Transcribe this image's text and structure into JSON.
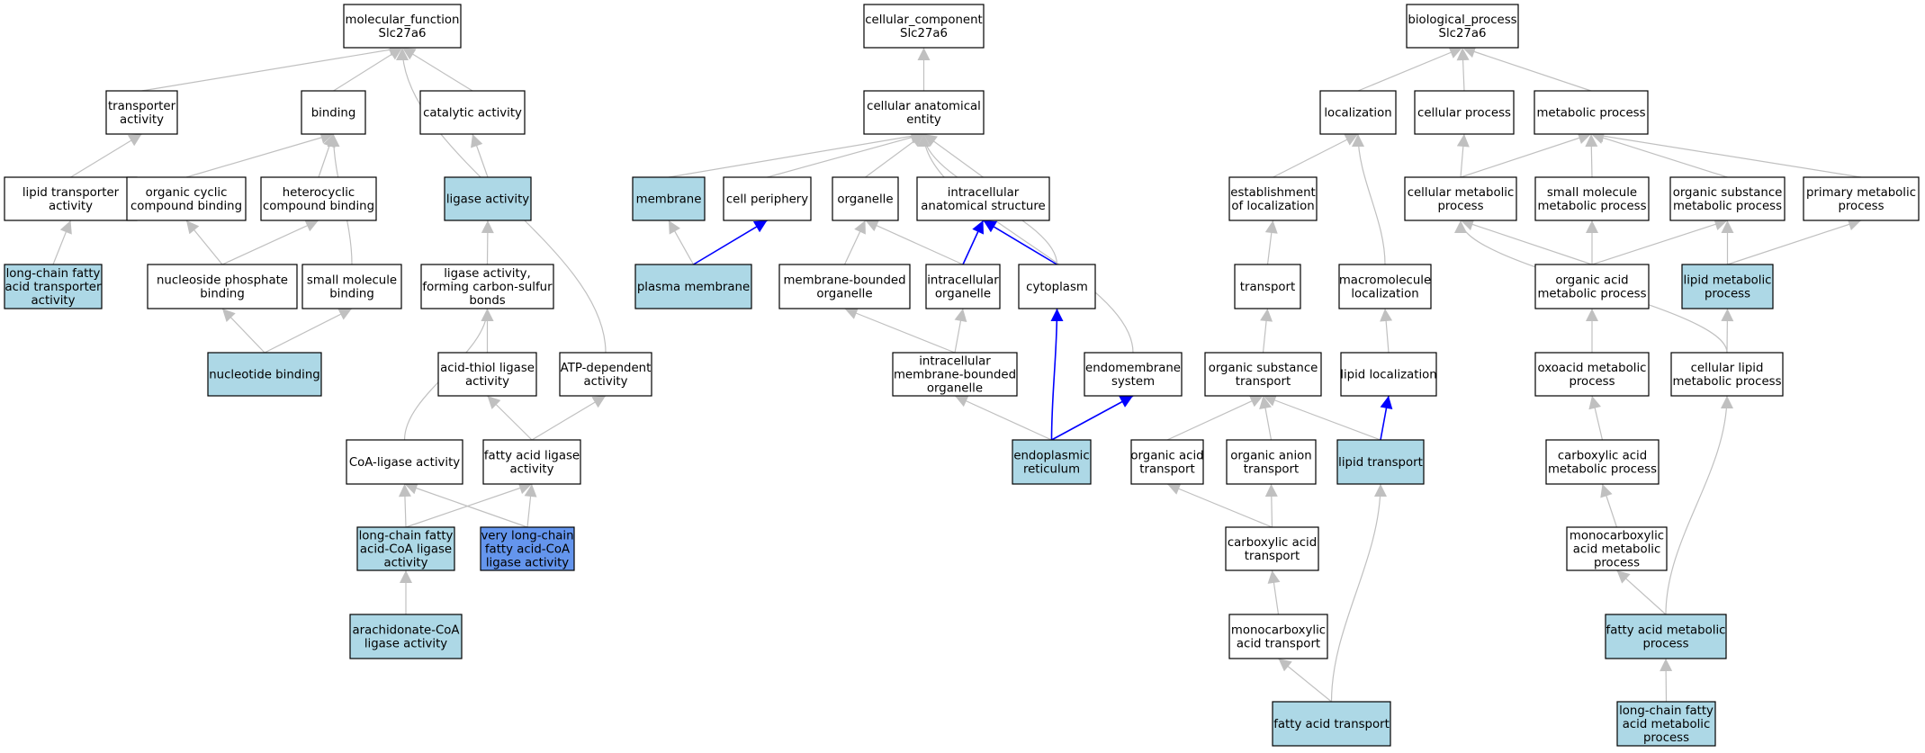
{
  "colors": {
    "default": "#ffffff",
    "annotated": "#add8e6",
    "focus": "#6495ed",
    "edge_gray": "#c0c0c0",
    "edge_blue": "#0000ff"
  },
  "nodes": [
    {
      "id": "mf",
      "lines": [
        "molecular_function",
        "Slc27a6"
      ],
      "style": "default"
    },
    {
      "id": "transporter_activity",
      "lines": [
        "transporter",
        "activity"
      ],
      "style": "default"
    },
    {
      "id": "binding",
      "lines": [
        "binding"
      ],
      "style": "default"
    },
    {
      "id": "catalytic_activity",
      "lines": [
        "catalytic activity"
      ],
      "style": "default"
    },
    {
      "id": "lipid_transporter_activity",
      "lines": [
        "lipid transporter",
        "activity"
      ],
      "style": "default"
    },
    {
      "id": "organic_cyclic_binding",
      "lines": [
        "organic cyclic",
        "compound binding"
      ],
      "style": "default"
    },
    {
      "id": "heterocyclic_binding",
      "lines": [
        "heterocyclic",
        "compound binding"
      ],
      "style": "default"
    },
    {
      "id": "ligase_activity",
      "lines": [
        "ligase activity"
      ],
      "style": "annotated"
    },
    {
      "id": "lcfa_transporter_activity",
      "lines": [
        "long-chain fatty",
        "acid transporter",
        "activity"
      ],
      "style": "annotated"
    },
    {
      "id": "nucleoside_phosphate_binding",
      "lines": [
        "nucleoside phosphate",
        "binding"
      ],
      "style": "default"
    },
    {
      "id": "small_molecule_binding",
      "lines": [
        "small molecule",
        "binding"
      ],
      "style": "default"
    },
    {
      "id": "ligase_cs_bonds",
      "lines": [
        "ligase activity,",
        "forming carbon-sulfur",
        "bonds"
      ],
      "style": "default"
    },
    {
      "id": "nucleotide_binding",
      "lines": [
        "nucleotide binding"
      ],
      "style": "annotated"
    },
    {
      "id": "acid_thiol_ligase",
      "lines": [
        "acid-thiol ligase",
        "activity"
      ],
      "style": "default"
    },
    {
      "id": "atp_dependent",
      "lines": [
        "ATP-dependent",
        "activity"
      ],
      "style": "default"
    },
    {
      "id": "coa_ligase",
      "lines": [
        "CoA-ligase activity"
      ],
      "style": "default"
    },
    {
      "id": "fatty_acid_ligase",
      "lines": [
        "fatty acid ligase",
        "activity"
      ],
      "style": "default"
    },
    {
      "id": "lcfa_coa_ligase",
      "lines": [
        "long-chain fatty",
        "acid-CoA ligase",
        "activity"
      ],
      "style": "annotated"
    },
    {
      "id": "vlcfa_coa_ligase",
      "lines": [
        "very long-chain",
        "fatty acid-CoA",
        "ligase activity"
      ],
      "style": "focus"
    },
    {
      "id": "arachidonate_coa_ligase",
      "lines": [
        "arachidonate-CoA",
        "ligase activity"
      ],
      "style": "annotated"
    },
    {
      "id": "cc",
      "lines": [
        "cellular_component",
        "Slc27a6"
      ],
      "style": "default"
    },
    {
      "id": "cellular_anatomical_entity",
      "lines": [
        "cellular anatomical",
        "entity"
      ],
      "style": "default"
    },
    {
      "id": "membrane",
      "lines": [
        "membrane"
      ],
      "style": "annotated"
    },
    {
      "id": "cell_periphery",
      "lines": [
        "cell periphery"
      ],
      "style": "default"
    },
    {
      "id": "organelle",
      "lines": [
        "organelle"
      ],
      "style": "default"
    },
    {
      "id": "intracellular_anatomical_structure",
      "lines": [
        "intracellular",
        "anatomical structure"
      ],
      "style": "default"
    },
    {
      "id": "plasma_membrane",
      "lines": [
        "plasma membrane"
      ],
      "style": "annotated"
    },
    {
      "id": "membrane_bounded_organelle",
      "lines": [
        "membrane-bounded",
        "organelle"
      ],
      "style": "default"
    },
    {
      "id": "intracellular_organelle",
      "lines": [
        "intracellular",
        "organelle"
      ],
      "style": "default"
    },
    {
      "id": "cytoplasm",
      "lines": [
        "cytoplasm"
      ],
      "style": "default"
    },
    {
      "id": "intracellular_mbo",
      "lines": [
        "intracellular",
        "membrane-bounded",
        "organelle"
      ],
      "style": "default"
    },
    {
      "id": "endomembrane_system",
      "lines": [
        "endomembrane",
        "system"
      ],
      "style": "default"
    },
    {
      "id": "er",
      "lines": [
        "endoplasmic",
        "reticulum"
      ],
      "style": "annotated"
    },
    {
      "id": "bp",
      "lines": [
        "biological_process",
        "Slc27a6"
      ],
      "style": "default"
    },
    {
      "id": "localization",
      "lines": [
        "localization"
      ],
      "style": "default"
    },
    {
      "id": "cellular_process",
      "lines": [
        "cellular process"
      ],
      "style": "default"
    },
    {
      "id": "metabolic_process",
      "lines": [
        "metabolic process"
      ],
      "style": "default"
    },
    {
      "id": "establishment_localization",
      "lines": [
        "establishment",
        "of localization"
      ],
      "style": "default"
    },
    {
      "id": "cellular_metabolic_process",
      "lines": [
        "cellular metabolic",
        "process"
      ],
      "style": "default"
    },
    {
      "id": "small_molecule_mp",
      "lines": [
        "small molecule",
        "metabolic process"
      ],
      "style": "default"
    },
    {
      "id": "organic_substance_mp",
      "lines": [
        "organic substance",
        "metabolic process"
      ],
      "style": "default"
    },
    {
      "id": "primary_mp",
      "lines": [
        "primary metabolic",
        "process"
      ],
      "style": "default"
    },
    {
      "id": "transport",
      "lines": [
        "transport"
      ],
      "style": "default"
    },
    {
      "id": "macromolecule_localization",
      "lines": [
        "macromolecule",
        "localization"
      ],
      "style": "default"
    },
    {
      "id": "organic_acid_mp",
      "lines": [
        "organic acid",
        "metabolic process"
      ],
      "style": "default"
    },
    {
      "id": "lipid_mp",
      "lines": [
        "lipid metabolic",
        "process"
      ],
      "style": "annotated"
    },
    {
      "id": "organic_substance_transport",
      "lines": [
        "organic substance",
        "transport"
      ],
      "style": "default"
    },
    {
      "id": "lipid_localization",
      "lines": [
        "lipid localization"
      ],
      "style": "default"
    },
    {
      "id": "oxoacid_mp",
      "lines": [
        "oxoacid metabolic",
        "process"
      ],
      "style": "default"
    },
    {
      "id": "cellular_lipid_mp",
      "lines": [
        "cellular lipid",
        "metabolic process"
      ],
      "style": "default"
    },
    {
      "id": "organic_acid_transport",
      "lines": [
        "organic acid",
        "transport"
      ],
      "style": "default"
    },
    {
      "id": "organic_anion_transport",
      "lines": [
        "organic anion",
        "transport"
      ],
      "style": "default"
    },
    {
      "id": "lipid_transport",
      "lines": [
        "lipid transport"
      ],
      "style": "annotated"
    },
    {
      "id": "carboxylic_acid_mp",
      "lines": [
        "carboxylic acid",
        "metabolic process"
      ],
      "style": "default"
    },
    {
      "id": "carboxylic_acid_transport",
      "lines": [
        "carboxylic acid",
        "transport"
      ],
      "style": "default"
    },
    {
      "id": "monocarboxylic_acid_mp",
      "lines": [
        "monocarboxylic",
        "acid metabolic",
        "process"
      ],
      "style": "default"
    },
    {
      "id": "monocarboxylic_acid_transport",
      "lines": [
        "monocarboxylic",
        "acid transport"
      ],
      "style": "default"
    },
    {
      "id": "fatty_acid_mp",
      "lines": [
        "fatty acid metabolic",
        "process"
      ],
      "style": "annotated"
    },
    {
      "id": "fatty_acid_transport",
      "lines": [
        "fatty acid transport"
      ],
      "style": "annotated"
    },
    {
      "id": "lcfa_mp",
      "lines": [
        "long-chain fatty",
        "acid metabolic",
        "process"
      ],
      "style": "annotated"
    }
  ],
  "edges": [
    {
      "from": "transporter_activity",
      "to": "mf",
      "color": "gray"
    },
    {
      "from": "binding",
      "to": "mf",
      "color": "gray"
    },
    {
      "from": "catalytic_activity",
      "to": "mf",
      "color": "gray"
    },
    {
      "from": "atp_dependent",
      "to": "mf",
      "color": "gray"
    },
    {
      "from": "lipid_transporter_activity",
      "to": "transporter_activity",
      "color": "gray"
    },
    {
      "from": "organic_cyclic_binding",
      "to": "binding",
      "color": "gray"
    },
    {
      "from": "heterocyclic_binding",
      "to": "binding",
      "color": "gray"
    },
    {
      "from": "small_molecule_binding",
      "to": "binding",
      "color": "gray"
    },
    {
      "from": "ligase_activity",
      "to": "catalytic_activity",
      "color": "gray"
    },
    {
      "from": "lcfa_transporter_activity",
      "to": "lipid_transporter_activity",
      "color": "gray"
    },
    {
      "from": "nucleoside_phosphate_binding",
      "to": "organic_cyclic_binding",
      "color": "gray"
    },
    {
      "from": "nucleoside_phosphate_binding",
      "to": "heterocyclic_binding",
      "color": "gray"
    },
    {
      "from": "ligase_cs_bonds",
      "to": "ligase_activity",
      "color": "gray"
    },
    {
      "from": "nucleotide_binding",
      "to": "nucleoside_phosphate_binding",
      "color": "gray"
    },
    {
      "from": "nucleotide_binding",
      "to": "small_molecule_binding",
      "color": "gray"
    },
    {
      "from": "acid_thiol_ligase",
      "to": "ligase_cs_bonds",
      "color": "gray"
    },
    {
      "from": "coa_ligase",
      "to": "ligase_cs_bonds",
      "color": "gray"
    },
    {
      "from": "fatty_acid_ligase",
      "to": "acid_thiol_ligase",
      "color": "gray"
    },
    {
      "from": "fatty_acid_ligase",
      "to": "atp_dependent",
      "color": "gray"
    },
    {
      "from": "lcfa_coa_ligase",
      "to": "coa_ligase",
      "color": "gray"
    },
    {
      "from": "lcfa_coa_ligase",
      "to": "fatty_acid_ligase",
      "color": "gray"
    },
    {
      "from": "vlcfa_coa_ligase",
      "to": "coa_ligase",
      "color": "gray"
    },
    {
      "from": "vlcfa_coa_ligase",
      "to": "fatty_acid_ligase",
      "color": "gray"
    },
    {
      "from": "arachidonate_coa_ligase",
      "to": "lcfa_coa_ligase",
      "color": "gray"
    },
    {
      "from": "cellular_anatomical_entity",
      "to": "cc",
      "color": "gray"
    },
    {
      "from": "membrane",
      "to": "cellular_anatomical_entity",
      "color": "gray"
    },
    {
      "from": "cell_periphery",
      "to": "cellular_anatomical_entity",
      "color": "gray"
    },
    {
      "from": "organelle",
      "to": "cellular_anatomical_entity",
      "color": "gray"
    },
    {
      "from": "intracellular_anatomical_structure",
      "to": "cellular_anatomical_entity",
      "color": "gray"
    },
    {
      "from": "cytoplasm",
      "to": "cellular_anatomical_entity",
      "color": "gray"
    },
    {
      "from": "endomembrane_system",
      "to": "cellular_anatomical_entity",
      "color": "gray"
    },
    {
      "from": "plasma_membrane",
      "to": "membrane",
      "color": "gray"
    },
    {
      "from": "plasma_membrane",
      "to": "cell_periphery",
      "color": "blue"
    },
    {
      "from": "membrane_bounded_organelle",
      "to": "organelle",
      "color": "gray"
    },
    {
      "from": "intracellular_organelle",
      "to": "organelle",
      "color": "gray"
    },
    {
      "from": "intracellular_organelle",
      "to": "intracellular_anatomical_structure",
      "color": "blue"
    },
    {
      "from": "cytoplasm",
      "to": "intracellular_anatomical_structure",
      "color": "blue"
    },
    {
      "from": "intracellular_mbo",
      "to": "membrane_bounded_organelle",
      "color": "gray"
    },
    {
      "from": "intracellular_mbo",
      "to": "intracellular_organelle",
      "color": "gray"
    },
    {
      "from": "er",
      "to": "intracellular_mbo",
      "color": "gray"
    },
    {
      "from": "er",
      "to": "cytoplasm",
      "color": "blue"
    },
    {
      "from": "er",
      "to": "endomembrane_system",
      "color": "blue"
    },
    {
      "from": "localization",
      "to": "bp",
      "color": "gray"
    },
    {
      "from": "cellular_process",
      "to": "bp",
      "color": "gray"
    },
    {
      "from": "metabolic_process",
      "to": "bp",
      "color": "gray"
    },
    {
      "from": "establishment_localization",
      "to": "localization",
      "color": "gray"
    },
    {
      "from": "macromolecule_localization",
      "to": "localization",
      "color": "gray"
    },
    {
      "from": "cellular_metabolic_process",
      "to": "cellular_process",
      "color": "gray"
    },
    {
      "from": "cellular_metabolic_process",
      "to": "metabolic_process",
      "color": "gray"
    },
    {
      "from": "small_molecule_mp",
      "to": "metabolic_process",
      "color": "gray"
    },
    {
      "from": "organic_substance_mp",
      "to": "metabolic_process",
      "color": "gray"
    },
    {
      "from": "primary_mp",
      "to": "metabolic_process",
      "color": "gray"
    },
    {
      "from": "transport",
      "to": "establishment_localization",
      "color": "gray"
    },
    {
      "from": "organic_acid_mp",
      "to": "cellular_metabolic_process",
      "color": "gray"
    },
    {
      "from": "organic_acid_mp",
      "to": "small_molecule_mp",
      "color": "gray"
    },
    {
      "from": "organic_acid_mp",
      "to": "organic_substance_mp",
      "color": "gray"
    },
    {
      "from": "lipid_mp",
      "to": "organic_substance_mp",
      "color": "gray"
    },
    {
      "from": "lipid_mp",
      "to": "primary_mp",
      "color": "gray"
    },
    {
      "from": "cellular_lipid_mp",
      "to": "cellular_metabolic_process",
      "color": "gray"
    },
    {
      "from": "cellular_lipid_mp",
      "to": "lipid_mp",
      "color": "gray"
    },
    {
      "from": "organic_substance_transport",
      "to": "transport",
      "color": "gray"
    },
    {
      "from": "lipid_localization",
      "to": "macromolecule_localization",
      "color": "gray"
    },
    {
      "from": "oxoacid_mp",
      "to": "organic_acid_mp",
      "color": "gray"
    },
    {
      "from": "organic_acid_transport",
      "to": "organic_substance_transport",
      "color": "gray"
    },
    {
      "from": "organic_anion_transport",
      "to": "organic_substance_transport",
      "color": "gray"
    },
    {
      "from": "lipid_transport",
      "to": "organic_substance_transport",
      "color": "gray"
    },
    {
      "from": "lipid_transport",
      "to": "lipid_localization",
      "color": "blue"
    },
    {
      "from": "carboxylic_acid_mp",
      "to": "oxoacid_mp",
      "color": "gray"
    },
    {
      "from": "carboxylic_acid_transport",
      "to": "organic_acid_transport",
      "color": "gray"
    },
    {
      "from": "carboxylic_acid_transport",
      "to": "organic_anion_transport",
      "color": "gray"
    },
    {
      "from": "monocarboxylic_acid_mp",
      "to": "carboxylic_acid_mp",
      "color": "gray"
    },
    {
      "from": "monocarboxylic_acid_transport",
      "to": "carboxylic_acid_transport",
      "color": "gray"
    },
    {
      "from": "fatty_acid_mp",
      "to": "monocarboxylic_acid_mp",
      "color": "gray"
    },
    {
      "from": "fatty_acid_mp",
      "to": "cellular_lipid_mp",
      "color": "gray"
    },
    {
      "from": "fatty_acid_transport",
      "to": "monocarboxylic_acid_transport",
      "color": "gray"
    },
    {
      "from": "fatty_acid_transport",
      "to": "lipid_transport",
      "color": "gray"
    },
    {
      "from": "lcfa_mp",
      "to": "fatty_acid_mp",
      "color": "gray"
    }
  ]
}
